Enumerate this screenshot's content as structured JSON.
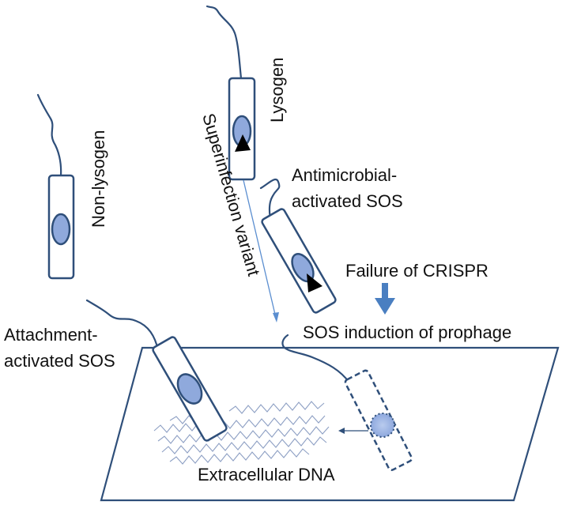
{
  "labels": {
    "non_lysogen": "Non-lysogen",
    "lysogen": "Lysogen",
    "superinfection": "Superinfection variant",
    "antimicrobial": [
      "Antimicrobial-",
      "activated SOS"
    ],
    "failure_crispr": "Failure of CRISPR",
    "sos_induction": "SOS induction of prophage",
    "attachment": [
      "Attachment-",
      "activated SOS"
    ],
    "extracellular_dna": "Extracellular DNA"
  },
  "colors": {
    "outline": "#2f4f7a",
    "nucleoid": "#8fa9dc",
    "arrow": "#4a7fc1",
    "thin_arrow": "#5b8ed0",
    "dna": "#8ea0c4"
  }
}
